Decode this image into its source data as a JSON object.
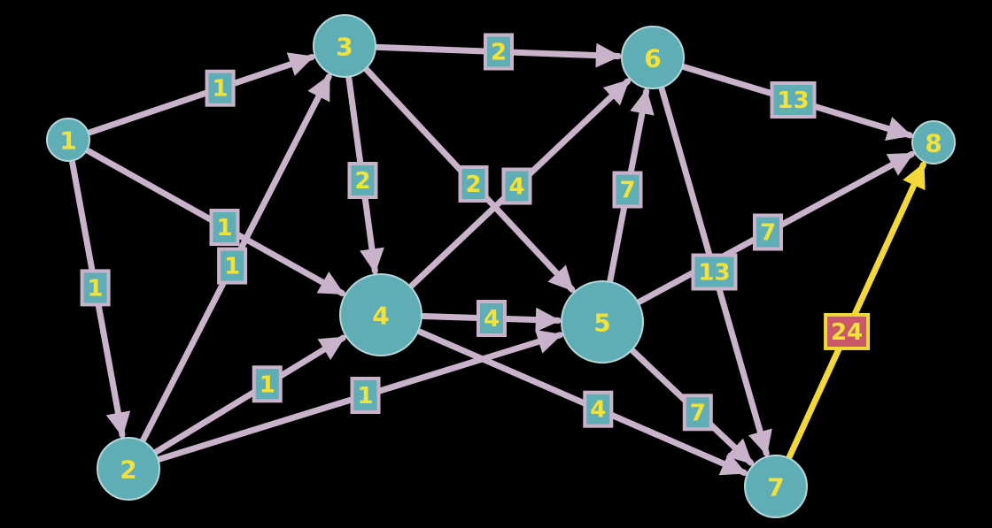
{
  "colors": {
    "background": "#000000",
    "node_fill": "#5fadb5",
    "node_stroke": "#b7d6da",
    "edge": "#c9b3cb",
    "highlight_edge": "#f2d83a",
    "label_box": "#5fadb5",
    "label_box_border": "#c9b3cb",
    "highlight_label_box": "#c8586a",
    "highlight_label_border": "#f2d83a",
    "label_text": "#f2e23c"
  },
  "nodes": [
    {
      "id": "1",
      "label": "1",
      "size": "small"
    },
    {
      "id": "2",
      "label": "2",
      "size": "medium"
    },
    {
      "id": "3",
      "label": "3",
      "size": "medium"
    },
    {
      "id": "4",
      "label": "4",
      "size": "large"
    },
    {
      "id": "5",
      "label": "5",
      "size": "large"
    },
    {
      "id": "6",
      "label": "6",
      "size": "medium"
    },
    {
      "id": "7",
      "label": "7",
      "size": "medium"
    },
    {
      "id": "8",
      "label": "8",
      "size": "small"
    }
  ],
  "edges": [
    {
      "id": "e1-3",
      "from": "1",
      "to": "3",
      "weight": "1",
      "highlight": false
    },
    {
      "id": "e1-4",
      "from": "1",
      "to": "4",
      "weight": "1",
      "highlight": false
    },
    {
      "id": "e1-2",
      "from": "1",
      "to": "2",
      "weight": "1",
      "highlight": false
    },
    {
      "id": "e2-3",
      "from": "2",
      "to": "3",
      "weight": "1",
      "highlight": false
    },
    {
      "id": "e2-4",
      "from": "2",
      "to": "4",
      "weight": "1",
      "highlight": false
    },
    {
      "id": "e2-5",
      "from": "2",
      "to": "5",
      "weight": "1",
      "highlight": false
    },
    {
      "id": "e3-6",
      "from": "3",
      "to": "6",
      "weight": "2",
      "highlight": false
    },
    {
      "id": "e3-4",
      "from": "3",
      "to": "4",
      "weight": "2",
      "highlight": false
    },
    {
      "id": "e3-5",
      "from": "3",
      "to": "5",
      "weight": "2",
      "highlight": false
    },
    {
      "id": "e4-6",
      "from": "4",
      "to": "6",
      "weight": "4",
      "highlight": false
    },
    {
      "id": "e4-5",
      "from": "4",
      "to": "5",
      "weight": "4",
      "highlight": false
    },
    {
      "id": "e4-7",
      "from": "4",
      "to": "7",
      "weight": "4",
      "highlight": false
    },
    {
      "id": "e5-6",
      "from": "5",
      "to": "6",
      "weight": "7",
      "highlight": false
    },
    {
      "id": "e5-8",
      "from": "5",
      "to": "8",
      "weight": "7",
      "highlight": false
    },
    {
      "id": "e5-7",
      "from": "5",
      "to": "7",
      "weight": "7",
      "highlight": false
    },
    {
      "id": "e6-8",
      "from": "6",
      "to": "8",
      "weight": "13",
      "highlight": false
    },
    {
      "id": "e6-7",
      "from": "6",
      "to": "7",
      "weight": "13",
      "highlight": false
    },
    {
      "id": "e7-8",
      "from": "7",
      "to": "8",
      "weight": "24",
      "highlight": true
    }
  ]
}
